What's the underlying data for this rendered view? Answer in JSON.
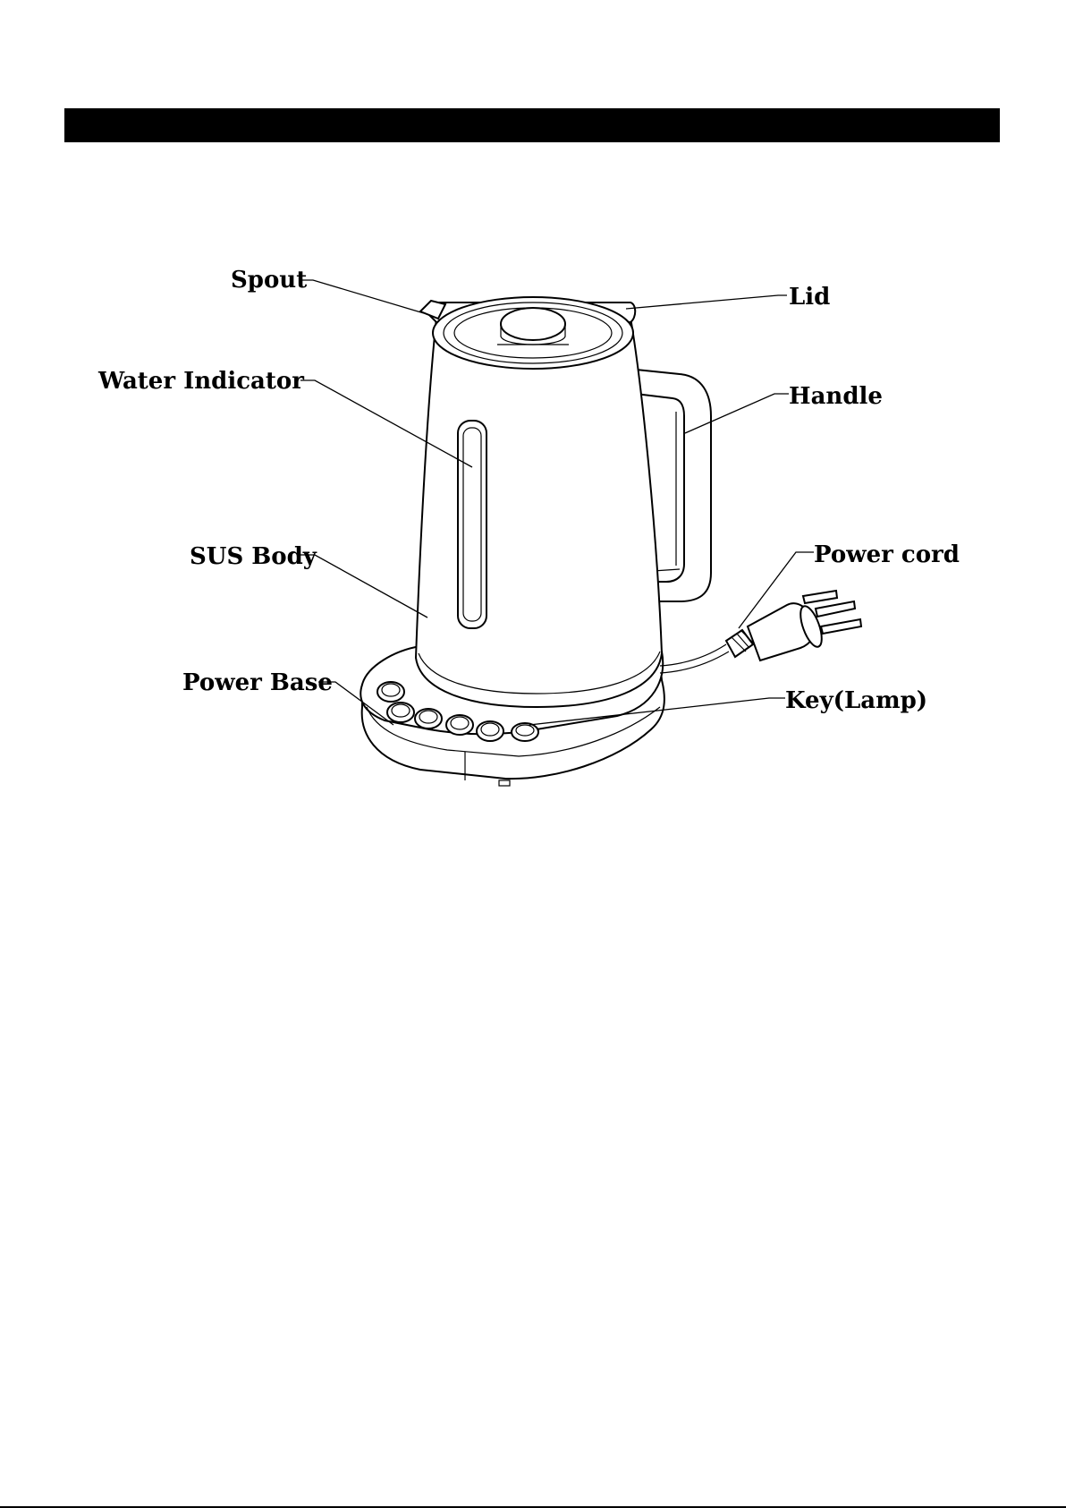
{
  "labels": {
    "spout": "Spout",
    "lid": "Lid",
    "water_indicator": "Water Indicator",
    "handle": "Handle",
    "sus_body": "SUS Body",
    "power_cord": "Power cord",
    "power_base": "Power Base",
    "key_lamp": "Key(Lamp)"
  }
}
